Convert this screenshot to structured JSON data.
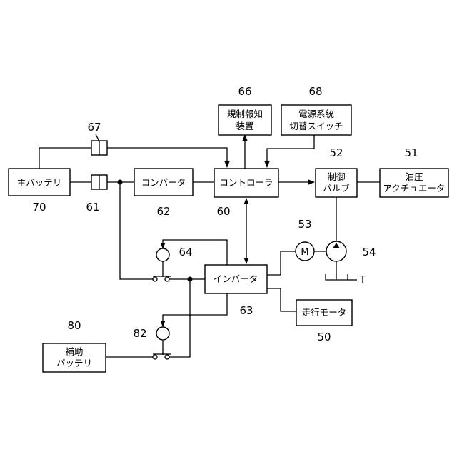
{
  "blocks": {
    "main_battery": "主バッテリ",
    "converter": "コンバータ",
    "controller": "コントローラ",
    "control_valve": [
      "制御",
      "バルブ"
    ],
    "hydraulic_actuator": [
      "油圧",
      "アクチュエータ"
    ],
    "regulation_notifier": [
      "規制報知",
      "装置"
    ],
    "power_switch": [
      "電源系統",
      "切替スイッチ"
    ],
    "inverter": "インバータ",
    "travel_motor": "走行モータ",
    "aux_battery": [
      "補助",
      "バッテリ"
    ],
    "motor_symbol": "M",
    "tank_symbol": "T"
  },
  "labels": {
    "n70": "70",
    "n61": "61",
    "n62": "62",
    "n60": "60",
    "n52": "52",
    "n51": "51",
    "n66": "66",
    "n68": "68",
    "n67": "67",
    "n53": "53",
    "n54": "54",
    "n64": "64",
    "n63": "63",
    "n50": "50",
    "n80": "80",
    "n82": "82"
  }
}
